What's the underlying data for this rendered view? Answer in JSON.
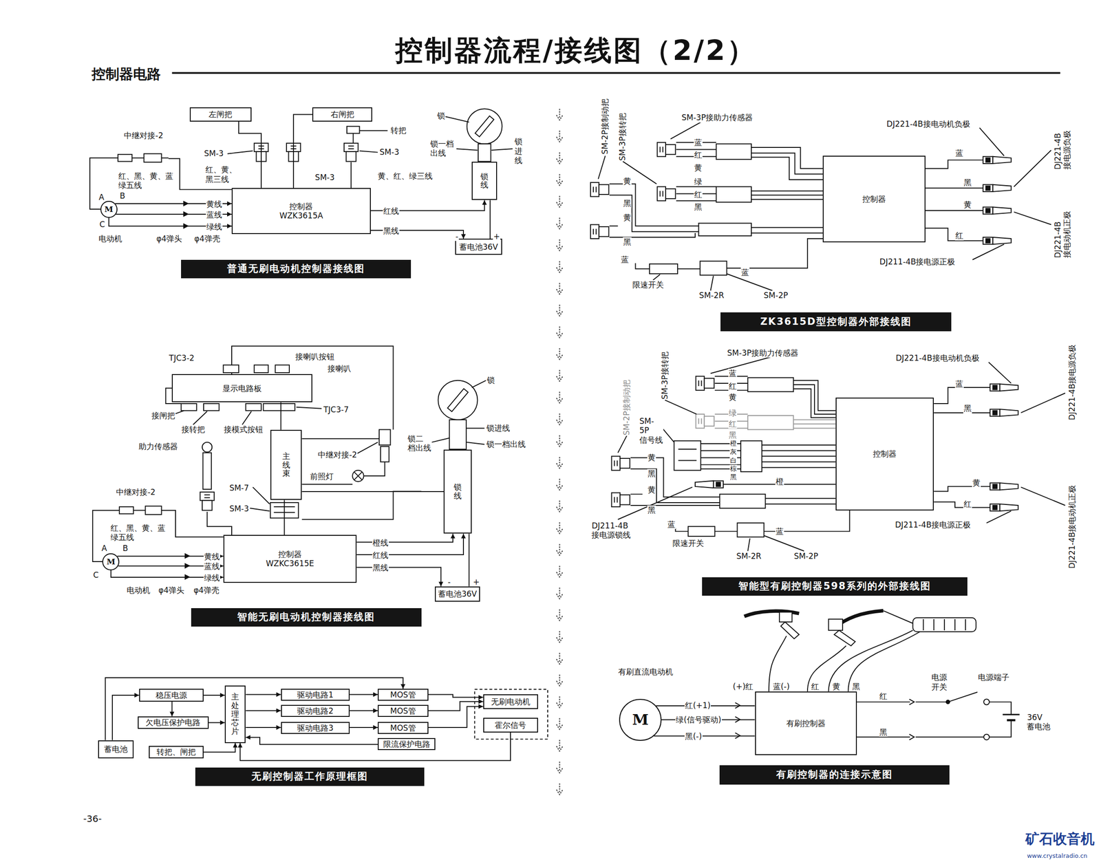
{
  "diagram": {
    "title": "控制器流程/接线图（2/2）",
    "nodes": [
      {
        "text": [
          "左闸把"
        ]
      },
      {
        "text": [
          "右闸把"
        ]
      },
      {
        "text": [
          "控制器",
          "WZK3615A"
        ]
      },
      {
        "text": [
          "M"
        ]
      },
      {
        "text": [
          "锁线"
        ]
      },
      {
        "text": [
          "蓄电池36V"
        ]
      },
      {
        "text": [
          "普通无刷电动机控制器接线图"
        ]
      },
      {
        "text": [
          "显示电路板"
        ]
      },
      {
        "text": [
          "主线束"
        ]
      },
      {
        "text": [
          "锁线"
        ]
      },
      {
        "text": [
          "控制器",
          "WZKC3615E"
        ]
      },
      {
        "text": [
          "M"
        ]
      },
      {
        "text": [
          "蓄电池36V"
        ]
      },
      {
        "text": [
          "智能无刷电动机控制器接线图"
        ]
      },
      {
        "text": [
          "稳压电源"
        ]
      },
      {
        "text": [
          "欠电压保护电路"
        ]
      },
      {
        "text": [
          "蓄电池"
        ]
      },
      {
        "text": [
          "转把、闸把"
        ]
      },
      {
        "text": [
          "主处理芯片"
        ]
      },
      {
        "text": [
          "驱动电路1"
        ]
      },
      {
        "text": [
          "驱动电路2"
        ]
      },
      {
        "text": [
          "驱动电路3"
        ]
      },
      {
        "text": [
          "MOS管"
        ]
      },
      {
        "text": [
          "MOS管"
        ]
      },
      {
        "text": [
          "MOS管"
        ]
      },
      {
        "text": [
          "限流保护电路"
        ]
      },
      {
        "text": [
          "无刷电动机"
        ]
      },
      {
        "text": [
          "霍尔信号"
        ]
      },
      {
        "text": [
          "无刷控制器工作原理框图"
        ]
      },
      {
        "text": [
          "控制器"
        ]
      },
      {
        "text": [
          "ZK3615D型控制器外部接线图"
        ]
      },
      {
        "text": [
          "控制器"
        ]
      },
      {
        "text": [
          "智能型有刷控制器598系列的外部接线图"
        ]
      },
      {
        "text": [
          "M"
        ]
      },
      {
        "text": [
          "有刷控制器"
        ]
      },
      {
        "text": [
          "有刷控制器的连接示意图"
        ]
      }
    ],
    "edges": [
      {
        "from": 0,
        "to": 2,
        "arrow": "none"
      },
      {
        "from": 1,
        "to": 2,
        "arrow": "none"
      },
      {
        "from": 3,
        "to": 2,
        "label": "黄线",
        "arrow": "to"
      },
      {
        "from": 3,
        "to": 2,
        "label": "蓝线",
        "arrow": "to"
      },
      {
        "from": 3,
        "to": 2,
        "label": "绿线",
        "arrow": "to"
      },
      {
        "from": 2,
        "to": 4,
        "label": "红线",
        "arrow": "to"
      },
      {
        "from": 2,
        "to": 5,
        "label": "黑线",
        "arrow": "to"
      },
      {
        "from": 4,
        "to": 5,
        "arrow": "none"
      },
      {
        "from": 7,
        "to": 8,
        "arrow": "none"
      },
      {
        "from": 8,
        "to": 10,
        "arrow": "none"
      },
      {
        "from": 8,
        "to": 9,
        "arrow": "none"
      },
      {
        "from": 11,
        "to": 10,
        "label": "黄线",
        "arrow": "to"
      },
      {
        "from": 11,
        "to": 10,
        "label": "蓝线",
        "arrow": "to"
      },
      {
        "from": 11,
        "to": 10,
        "label": "绿线",
        "arrow": "to"
      },
      {
        "from": 10,
        "to": 9,
        "label": "橙线",
        "arrow": "to"
      },
      {
        "from": 10,
        "to": 9,
        "label": "红线",
        "arrow": "to"
      },
      {
        "from": 10,
        "to": 12,
        "label": "黑线",
        "arrow": "to"
      },
      {
        "from": 9,
        "to": 12,
        "arrow": "none"
      },
      {
        "from": 16,
        "to": 14,
        "arrow": "to"
      },
      {
        "from": 14,
        "to": 15,
        "arrow": "to"
      },
      {
        "from": 14,
        "to": 18,
        "arrow": "to"
      },
      {
        "from": 15,
        "to": 18,
        "arrow": "to"
      },
      {
        "from": 17,
        "to": 18,
        "arrow": "to"
      },
      {
        "from": 18,
        "to": 19,
        "arrow": "to"
      },
      {
        "from": 18,
        "to": 20,
        "arrow": "to"
      },
      {
        "from": 18,
        "to": 21,
        "arrow": "to"
      },
      {
        "from": 19,
        "to": 22,
        "arrow": "to"
      },
      {
        "from": 20,
        "to": 23,
        "arrow": "to"
      },
      {
        "from": 21,
        "to": 24,
        "arrow": "to"
      },
      {
        "from": 22,
        "to": 26,
        "arrow": "to"
      },
      {
        "from": 23,
        "to": 26,
        "arrow": "to"
      },
      {
        "from": 24,
        "to": 26,
        "arrow": "to"
      },
      {
        "from": 25,
        "to": 18,
        "arrow": "to"
      },
      {
        "from": 27,
        "to": 18,
        "arrow": "to"
      },
      {
        "from": 16,
        "to": 22,
        "arrow": "to"
      },
      {
        "from": 33,
        "to": 34,
        "label": "红(+1)",
        "arrow": "none"
      },
      {
        "from": 33,
        "to": 34,
        "label": "绿(信号驱动)",
        "arrow": "none"
      },
      {
        "from": 33,
        "to": 34,
        "label": "黑(-)",
        "arrow": "none"
      }
    ],
    "labels": [
      "控制器电路",
      "中继对接-2",
      "红、黑、黄、蓝 绿五线",
      "SM-3",
      "红、黄、 黑三线",
      "SM-3",
      "转把",
      "SM-3",
      "黄、红、绿三线",
      "锁",
      "锁一档 出线",
      "锁进线",
      "A",
      "B",
      "C",
      "电动机",
      "φ4弹头",
      "φ4弹壳",
      "-",
      "+",
      "TJC3-2",
      "接喇叭按钮",
      "接喇叭",
      "接闸把",
      "接转把",
      "接模式按钮",
      "TJC3-7",
      "锁",
      "锁二 档出线",
      "锁进线",
      "锁一档出线",
      "助力传感器",
      "中继对接-2",
      "前照灯",
      "SM-7",
      "SM-3",
      "中继对接-2",
      "红、黑、黄、蓝 绿五线",
      "A",
      "B",
      "C",
      "电动机",
      "φ4弹头",
      "φ4弹壳",
      "-",
      "+",
      "SM-2P接制动把",
      "SM-3P接转把",
      "SM-3P接助力传感器",
      "蓝",
      "红",
      "黄",
      "绿",
      "红",
      "黑",
      "黄",
      "黑",
      "黄",
      "黑",
      "蓝",
      "限速开关",
      "SM-2R",
      "蓝",
      "SM-2P",
      "DJ221-4B接电动机负极",
      "蓝",
      "黑",
      "黄",
      "红",
      "DJ221-4B 接电源负极",
      "DJ211-4B接电源正极",
      "DJ221-4B 接电动机正极",
      "SM-3P接助力传感器",
      "SM-3P接转把",
      "SM-2P接制动把",
      "SM-5P 信号线",
      "蓝",
      "红",
      "黄",
      "绿",
      "红",
      "黑",
      "橙",
      "灰",
      "白",
      "棕",
      "黑",
      "黄",
      "黑",
      "黄",
      "黑",
      "橙",
      "DJ211-4B 接电源锁线",
      "蓝",
      "限速开关",
      "蓝",
      "SM-2R",
      "SM-2P",
      "DJ221-4B接电动机负极",
      "蓝",
      "黑",
      "DJ221-4B接电源负极",
      "黄",
      "红",
      "DJ211-4B接电源正极",
      "DJ221-4B接电动机正极",
      "有刷直流电动机",
      "(+)红",
      "蓝(-)",
      "红",
      "黄",
      "黑",
      "红",
      "黑",
      "电源 开关",
      "电源端子",
      "36V 蓄电池",
      "-36-",
      "矿石收音机",
      "www.crystalradio.cn"
    ]
  }
}
